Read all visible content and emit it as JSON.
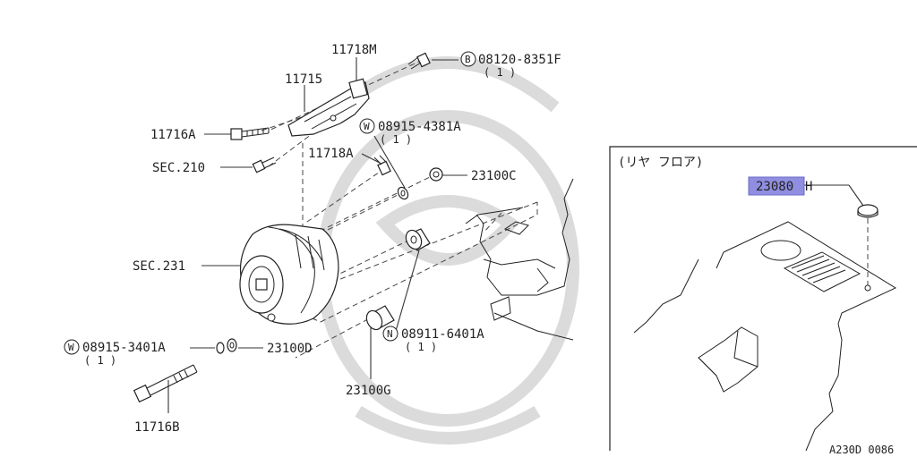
{
  "diagram": {
    "parts": {
      "p11718M": "11718M",
      "p11715": "11715",
      "p11716A": "11716A",
      "sec210": "SEC.210",
      "p11718A": "11718A",
      "p23100C": "23100C",
      "sec231": "SEC.231",
      "p23100D": "23100D",
      "p11716B": "11716B",
      "p23100G": "23100G"
    },
    "bolts": {
      "b1_prefix": "B",
      "b1_code": "08120-8351F",
      "b1_qty": "( 1 )",
      "w1_prefix": "W",
      "w1_code": "08915-4381A",
      "w1_qty": "( 1 )",
      "w2_prefix": "W",
      "w2_code": "08915-3401A",
      "w2_qty": "( 1 )",
      "n1_prefix": "N",
      "n1_code": "08911-6401A",
      "n1_qty": "( 1 )"
    },
    "inset": {
      "title": "(リヤ フロア)",
      "highlight_text": "23080",
      "highlight_suffix": "H",
      "highlight_color": "#8f8ee0"
    },
    "footer_code": "A230D 0086"
  }
}
